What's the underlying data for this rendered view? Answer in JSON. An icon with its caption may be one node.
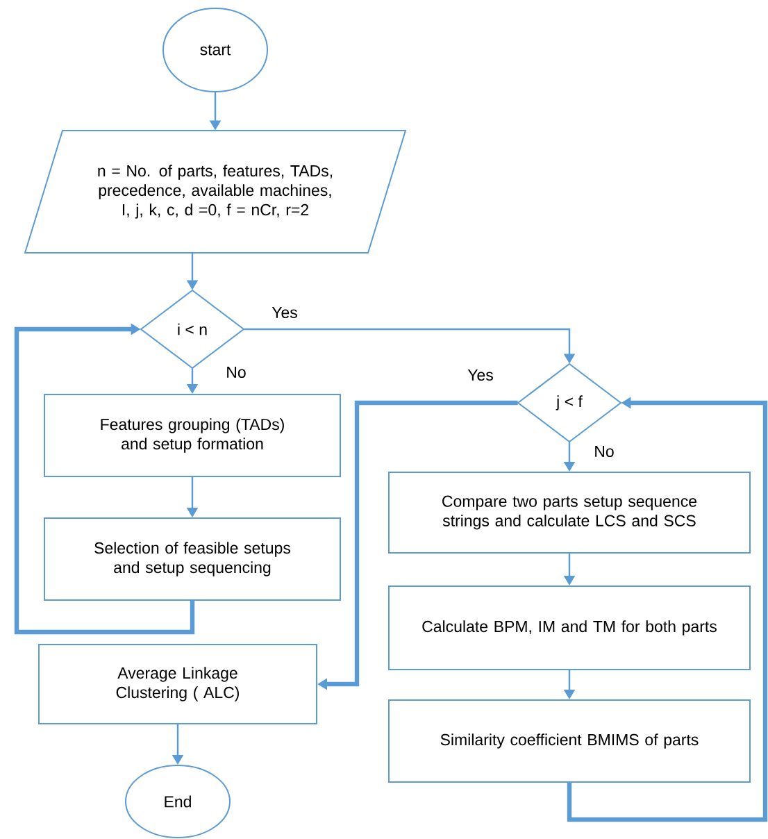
{
  "diagram": {
    "nodes": [
      {
        "text": [
          "start"
        ]
      },
      {
        "text": [
          "n = No. of parts, features, TADs, precedence, available machines, I, j, k, c, d =0, f = nCr, r=2"
        ]
      },
      {
        "text": [
          "i < n"
        ]
      },
      {
        "text": [
          "Features grouping (TADs) and setup formation"
        ]
      },
      {
        "text": [
          "Selection of feasible setups and setup sequencing"
        ]
      },
      {
        "text": [
          "Average Linkage Clustering ( ALC)"
        ]
      },
      {
        "text": [
          "End"
        ]
      },
      {
        "text": [
          "j < f"
        ]
      },
      {
        "text": [
          "Compare two parts setup sequence strings and calculate LCS and SCS"
        ]
      },
      {
        "text": [
          "Calculate BPM, IM and TM for both parts"
        ]
      },
      {
        "text": [
          "Similarity coefficient BMIMS of parts"
        ]
      }
    ],
    "edges": [
      {
        "from": 0,
        "to": 1,
        "arrow": "to"
      },
      {
        "from": 1,
        "to": 2,
        "arrow": "to"
      },
      {
        "from": 2,
        "to": 3,
        "arrow": "to",
        "label": "No"
      },
      {
        "from": 2,
        "to": 7,
        "arrow": "to",
        "label": "Yes"
      },
      {
        "from": 3,
        "to": 4,
        "arrow": "to"
      },
      {
        "from": 4,
        "to": 2,
        "arrow": "to",
        "style": "thick"
      },
      {
        "from": 7,
        "to": 5,
        "arrow": "to",
        "label": "Yes",
        "style": "thick"
      },
      {
        "from": 7,
        "to": 8,
        "arrow": "to",
        "label": "No"
      },
      {
        "from": 8,
        "to": 9,
        "arrow": "to"
      },
      {
        "from": 9,
        "to": 10,
        "arrow": "to"
      },
      {
        "from": 10,
        "to": 7,
        "arrow": "to",
        "style": "thick"
      },
      {
        "from": 5,
        "to": 6,
        "arrow": "to"
      }
    ]
  }
}
